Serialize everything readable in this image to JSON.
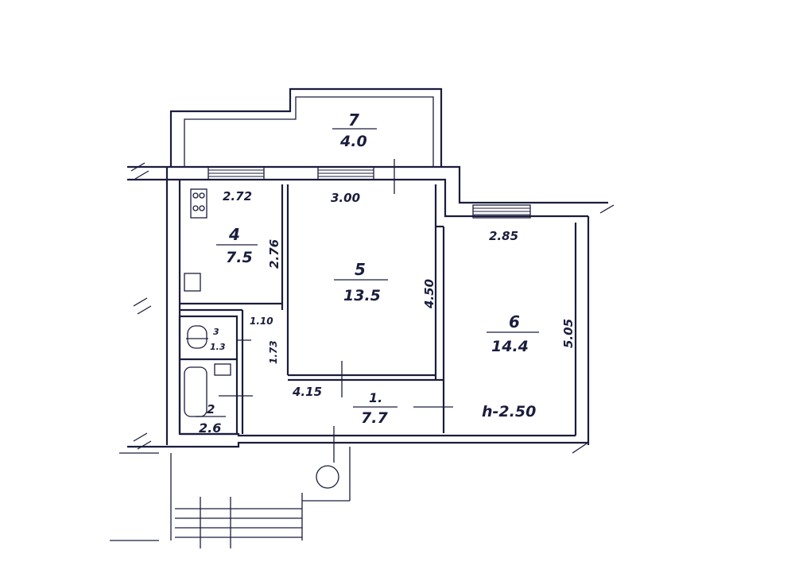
{
  "rooms": [
    {
      "id": "r7",
      "number": "7",
      "area": "4.0"
    },
    {
      "id": "r4",
      "number": "4",
      "area": "7.5"
    },
    {
      "id": "r5",
      "number": "5",
      "area": "13.5"
    },
    {
      "id": "r6",
      "number": "6",
      "area": "14.4"
    },
    {
      "id": "r3",
      "number": "3",
      "area": "1.3"
    },
    {
      "id": "r2",
      "number": "2",
      "area": "2.6"
    },
    {
      "id": "r1",
      "number": "1.",
      "area": "7.7"
    }
  ],
  "dimensions": {
    "kitchen_width": "2.72",
    "room5_width": "3.00",
    "room6_width": "2.85",
    "kitchen_depth": "2.76",
    "room5_depth": "4.50",
    "room6_depth": "5.05",
    "bath_width": "1.10",
    "bath_depth": "1.73",
    "hall_length": "4.15",
    "ceiling_height": "h-2.50"
  }
}
